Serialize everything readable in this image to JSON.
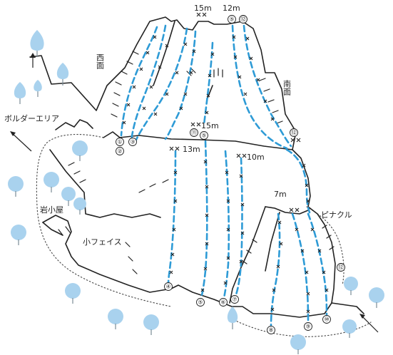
{
  "labels": {
    "west_face": "西面",
    "south_face": "南面",
    "boulder_area": "ボルダーエリア",
    "hut": "岩小屋",
    "small_face": "小フェイス",
    "pinnacle": "ピナクル"
  },
  "lengths": {
    "top_15m": "15m",
    "top_12m": "12m",
    "mid_15m": "15m",
    "mid_13m": "13m",
    "mid_10m": "10m",
    "mid_7m": "7m"
  },
  "route_numbers": {
    "r1": "①",
    "r2": "②",
    "r3": "③",
    "r4": "④",
    "r5": "⑤",
    "r5b": "⑤",
    "r5c": "⑤",
    "r6": "⑥",
    "r7": "⑦",
    "r8": "⑧",
    "r9": "⑨",
    "r10": "⑩",
    "r11": "⑪",
    "r12": "⑫",
    "r12b": "⑫",
    "r12c": "⑫"
  },
  "icons": {
    "tree": "tree-icon",
    "bolt": "bolt-icon",
    "arrow": "arrow-icon"
  },
  "colors": {
    "route_line": "#2e9bd6",
    "tree": "#a9d2ee",
    "outline": "#222222"
  }
}
